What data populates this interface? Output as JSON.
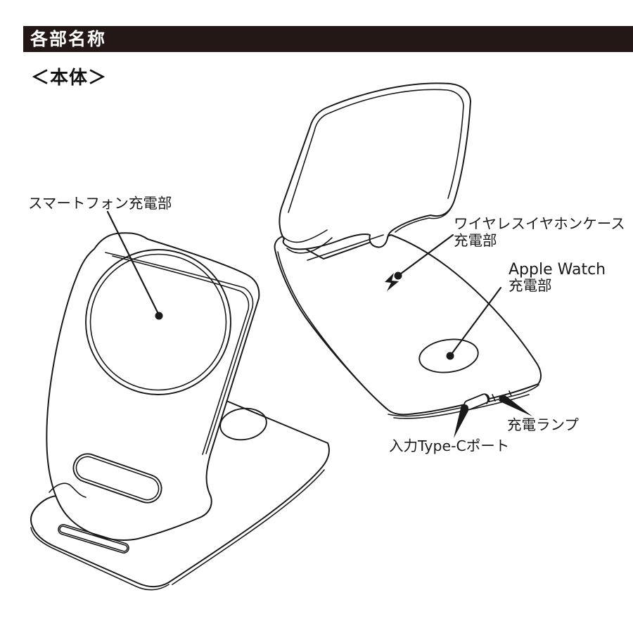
{
  "page": {
    "background_color": "#ffffff",
    "ink_color": "#1a1a1a"
  },
  "header": {
    "title": "各部名称",
    "bar_color": "#231815",
    "text_color": "#ffffff"
  },
  "section": {
    "label": "＜本体＞"
  },
  "diagram": {
    "labels": {
      "smartphone": {
        "text": "スマートフォン充電部"
      },
      "earphone": {
        "line1": "ワイヤレスイヤホンケース",
        "line2": "充電部"
      },
      "apple_watch": {
        "line1": "Apple Watch",
        "line2": "充電部"
      },
      "charge_lamp": {
        "text": "充電ランプ"
      },
      "typec_port": {
        "text": "入力Type-Cポート"
      }
    }
  }
}
